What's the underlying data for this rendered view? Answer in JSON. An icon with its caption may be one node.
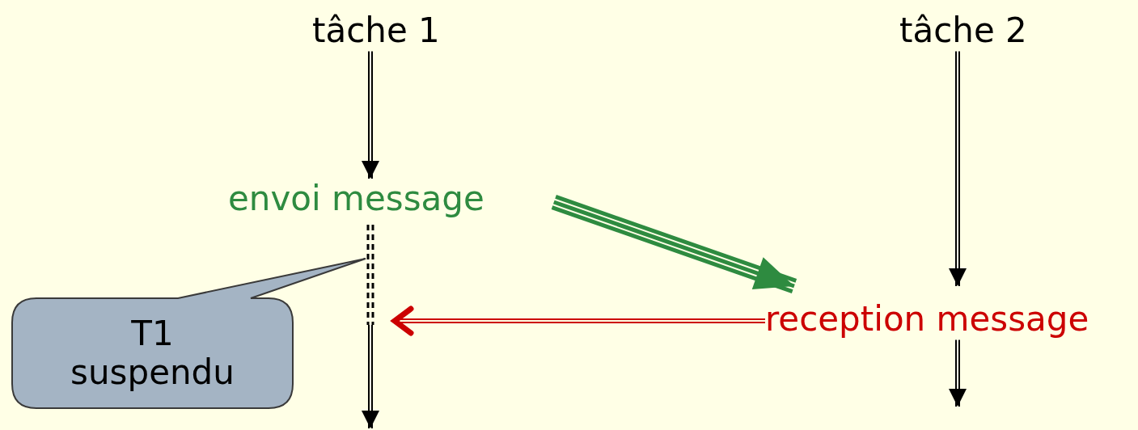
{
  "diagram": {
    "nodes": [
      {
        "text": [
          "tâche 1"
        ]
      },
      {
        "text": [
          "tâche 2"
        ]
      },
      {
        "text": [
          "envoi message"
        ]
      },
      {
        "text": [
          "reception message"
        ]
      },
      {
        "text": [
          "T1 suspendu"
        ]
      },
      {
        "text": [],
        "shape": "bar"
      }
    ],
    "edges": [
      {
        "from": 0,
        "to": 2,
        "arrow": "to"
      },
      {
        "from": 1,
        "to": 3,
        "arrow": "to"
      },
      {
        "from": 2,
        "to": 3,
        "arrow": "to",
        "style": "thick",
        "color": "#2e8b40"
      },
      {
        "from": 3,
        "to": 5,
        "arrow": "to",
        "color": "#cc0000"
      },
      {
        "from": 5,
        "to": null,
        "arrow": "to"
      },
      {
        "from": 3,
        "to": null,
        "arrow": "to"
      }
    ]
  }
}
